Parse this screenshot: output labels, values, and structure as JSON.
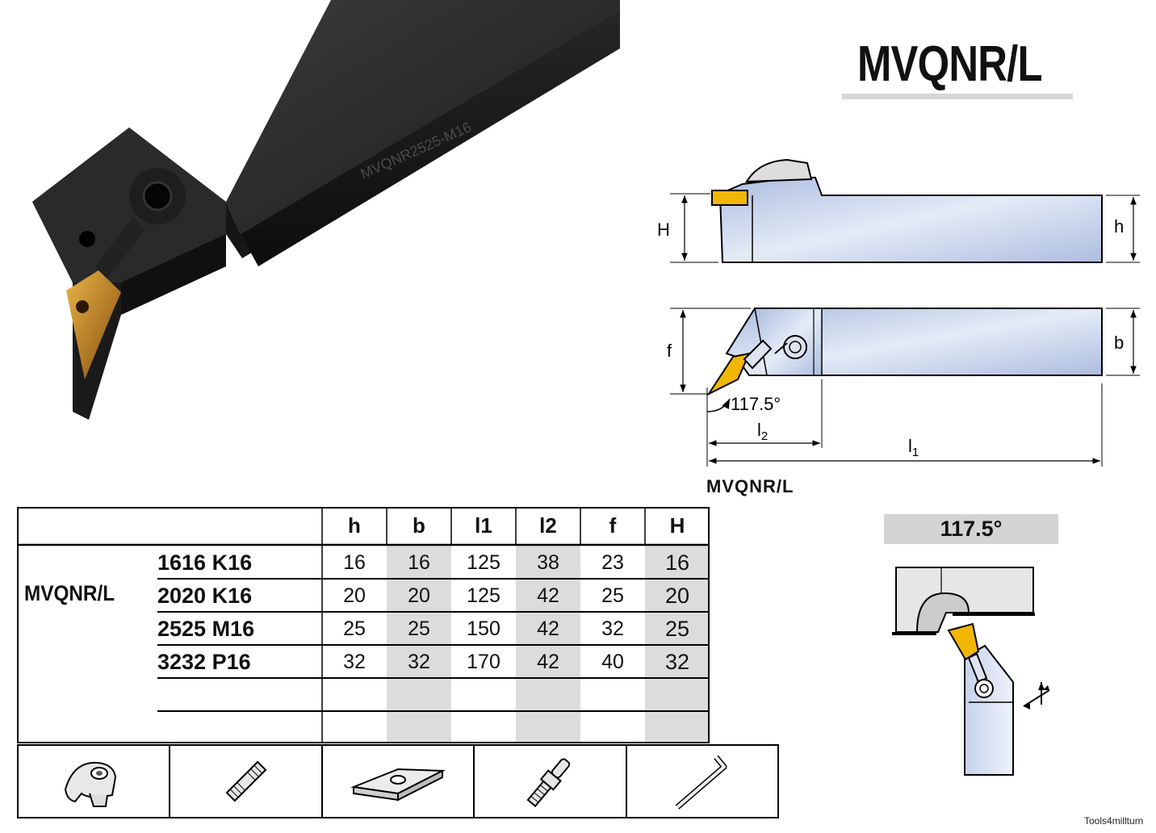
{
  "title": "MVQNR/L",
  "diagram": {
    "label_H": "H",
    "label_h": "h",
    "label_f": "f",
    "label_b": "b",
    "label_l2_main": "l",
    "label_l2_sub": "2",
    "label_l1_main": "l",
    "label_l1_sub": "1",
    "angle": "117.5°",
    "caption": "MVQNR/L"
  },
  "product_photo": {
    "engraving": "MVQNR2525-M16"
  },
  "table": {
    "columns": [
      "h",
      "b",
      "l1",
      "l2",
      "f",
      "H"
    ],
    "family": "MVQNR/L",
    "rows": [
      {
        "code": "1616 K16",
        "values": [
          "16",
          "16",
          "125",
          "38",
          "23",
          "16"
        ]
      },
      {
        "code": "2020 K16",
        "values": [
          "20",
          "20",
          "125",
          "42",
          "25",
          "20"
        ]
      },
      {
        "code": "2525 M16",
        "values": [
          "25",
          "25",
          "150",
          "42",
          "32",
          "25"
        ]
      },
      {
        "code": "3232 P16",
        "values": [
          "32",
          "32",
          "170",
          "42",
          "40",
          "32"
        ]
      }
    ]
  },
  "angle_box": "117.5°",
  "parts": [
    {
      "icon": "clamp-icon"
    },
    {
      "icon": "screw-icon"
    },
    {
      "icon": "shim-icon"
    },
    {
      "icon": "shim-screw-icon"
    },
    {
      "icon": "hex-key-icon"
    }
  ],
  "watermark": "Tools4millturn",
  "colors": {
    "holder_blue": "#c3d1ec",
    "insert_gold": "#f2b705",
    "shade_gray": "#dcdcdc"
  }
}
